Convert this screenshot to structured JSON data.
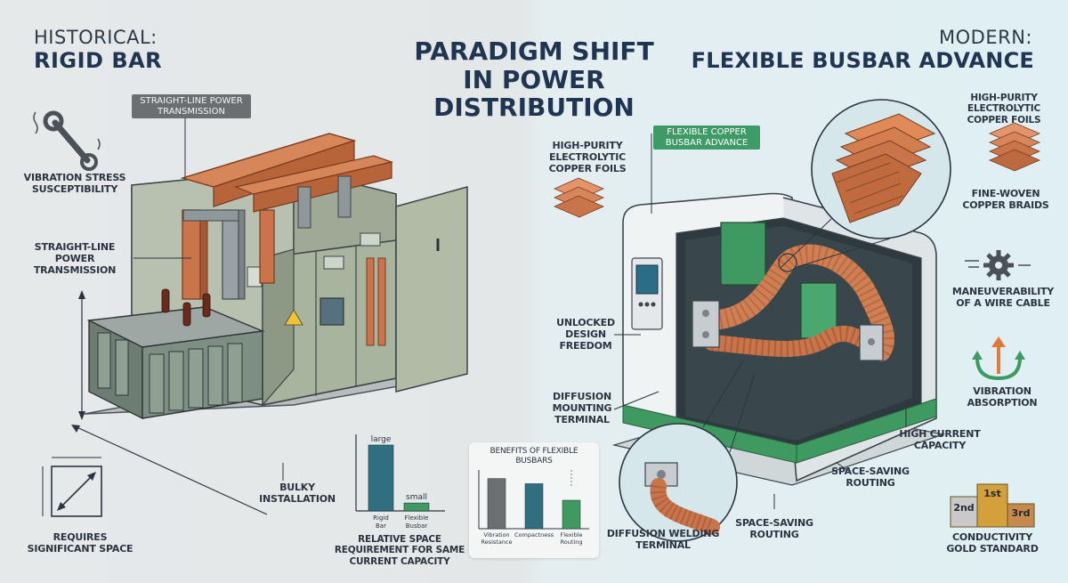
{
  "header": {
    "historical_kicker": "HISTORICAL:",
    "historical_title": "RIGID BAR",
    "main_title_lines": [
      "PARADIGM SHIFT",
      "IN POWER",
      "DISTRIBUTION"
    ],
    "modern_kicker": "MODERN:",
    "modern_title": "FLEXIBLE BUSBAR ADVANCE"
  },
  "left": {
    "tag_straight_line": "STRAIGHT-LINE POWER TRANSMISSION",
    "vibration_stress": "VIBRATION STRESS SUSCEPTIBILITY",
    "straight_line": "STRAIGHT-LINE POWER TRANSMISSION",
    "bulky": "BULKY INSTALLATION",
    "requires_space": "REQUIRES SIGNIFICANT SPACE"
  },
  "space_chart": {
    "caption": "RELATIVE SPACE REQUIREMENT FOR SAME CURRENT CAPACITY"
  },
  "benefits_chart": {
    "title": "BENEFITS OF FLEXIBLE BUSBARS"
  },
  "chart_data": [
    {
      "type": "bar",
      "categories": [
        "Rigid Bar",
        "Flexible Busbar"
      ],
      "values": [
        100,
        12
      ],
      "data_labels": [
        "large",
        "small"
      ],
      "ylim": [
        0,
        100
      ],
      "grid": false
    },
    {
      "type": "bar",
      "categories": [
        "Vibration Resistance",
        "Compactness",
        "Flexible Routing"
      ],
      "values": [
        88,
        79,
        50
      ],
      "ylim": [
        0,
        100
      ],
      "grid": false
    }
  ],
  "right": {
    "tag_flexible": "FLEXIBLE COPPER BUSBAR ADVANCE",
    "foils_left": "HIGH-PURITY ELECTROLYTIC COPPER FOILS",
    "unlocked": "UNLOCKED DESIGN FREEDOM",
    "diffusion_mounting": "DIFFUSION MOUNTING TERMINAL",
    "diffusion_welding": "DIFFUSION WELDING TERMINAL",
    "space_saving_routing_mid": "SPACE-SAVING ROUTING",
    "space_saving_routing_bottom": "SPACE-SAVING ROUTING",
    "high_current": "HIGH CURRENT CAPACITY",
    "foils_right": "HIGH-PURITY ELECTROLYTIC COPPER FOILS",
    "braids": "FINE-WOVEN COPPER BRAIDS",
    "maneuverability": "MANEUVERABILITY OF A WIRE CABLE",
    "vibration_absorption": "VIBRATION ABSORPTION",
    "podium_2nd": "2nd",
    "podium_1st": "1st",
    "podium_3rd": "3rd",
    "conductivity": "CONDUCTIVITY GOLD STANDARD"
  },
  "colors": {
    "title_navy": "#1f3552",
    "copper": "#c9744a",
    "cabinet_green": "#a9b49e",
    "teal_bar": "#2f6f80",
    "green_bar": "#3f9a62",
    "tag_green": "#3e9a66",
    "tag_gray": "#6b6f72"
  }
}
